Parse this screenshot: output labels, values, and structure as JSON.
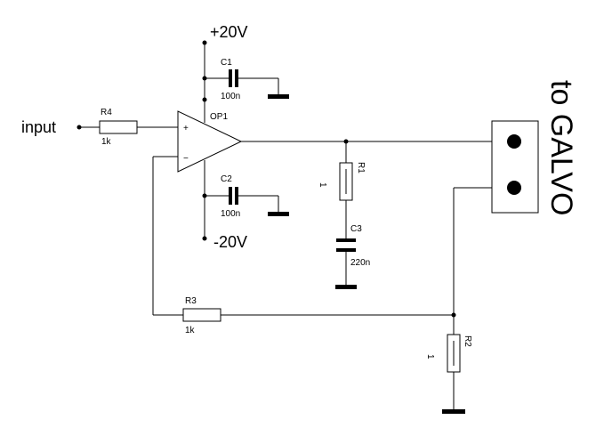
{
  "labels": {
    "input": "input",
    "vplus": "+20V",
    "vminus": "-20V",
    "to_galvo": "to GALVO",
    "opamp": "OP1",
    "plus_sign": "+",
    "minus_sign": "−"
  },
  "components": {
    "R4": {
      "name": "R4",
      "value": "1k"
    },
    "R3": {
      "name": "R3",
      "value": "1k"
    },
    "R1": {
      "name": "R1",
      "value": "1"
    },
    "R2": {
      "name": "R2",
      "value": "1"
    },
    "C1": {
      "name": "C1",
      "value": "100n"
    },
    "C2": {
      "name": "C2",
      "value": "100n"
    },
    "C3": {
      "name": "C3",
      "value": "220n"
    }
  }
}
